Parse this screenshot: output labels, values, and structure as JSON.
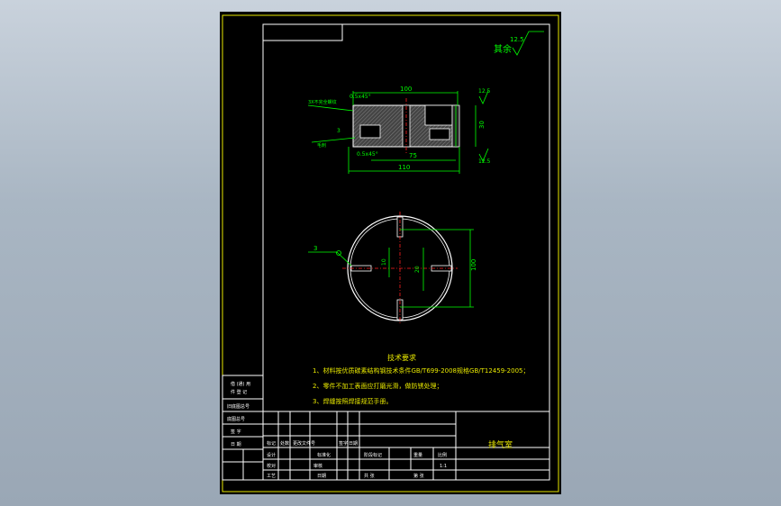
{
  "drawing": {
    "roughness_other": "其余",
    "roughness_value": "12.5",
    "title": "排气室"
  },
  "front_view": {
    "dim_top": "100",
    "dim_inner": "75",
    "dim_total": "110",
    "dim_height": "30",
    "dim_left_small": "3",
    "chamfer_top": "0.5x45°",
    "chamfer_bottom": "0.5x45°",
    "roughness_right": "12.5",
    "roughness_right2": "12.5",
    "leader_1": "3X不完全螺纹",
    "leader_2": "3",
    "leader_3": "毛刺"
  },
  "top_view": {
    "dim_diameter": "100",
    "dim_slot": "20",
    "dim_center": "10",
    "leader_label": "3"
  },
  "notes": {
    "heading": "技术要求",
    "items": [
      "1、材料按优质碳素结构钢技术条件GB/T699-2008规格GB/T12459-2005；",
      "2、零件不加工表面应打磨光滑，做防锈处理；",
      "3、焊缝按照焊接规范手册。"
    ]
  },
  "side_table": {
    "rows": [
      "借 (通) 用",
      "件 登 记",
      "旧底图总号",
      "底图总号",
      "签 字",
      "日 期"
    ]
  },
  "title_block": {
    "mark_row": [
      "标记",
      "处数",
      "更改文件号",
      "签字",
      "日期"
    ],
    "design_row": [
      "设计",
      "",
      "",
      "标准化"
    ],
    "check_row": [
      "校对",
      "",
      "审核"
    ],
    "process_row": [
      "工艺",
      "",
      "日期"
    ],
    "stage_headers": [
      "阶段标记",
      "重量",
      "比例"
    ],
    "scale": "1:1",
    "sheet_total": "共  张",
    "sheet_no": "第  张"
  }
}
